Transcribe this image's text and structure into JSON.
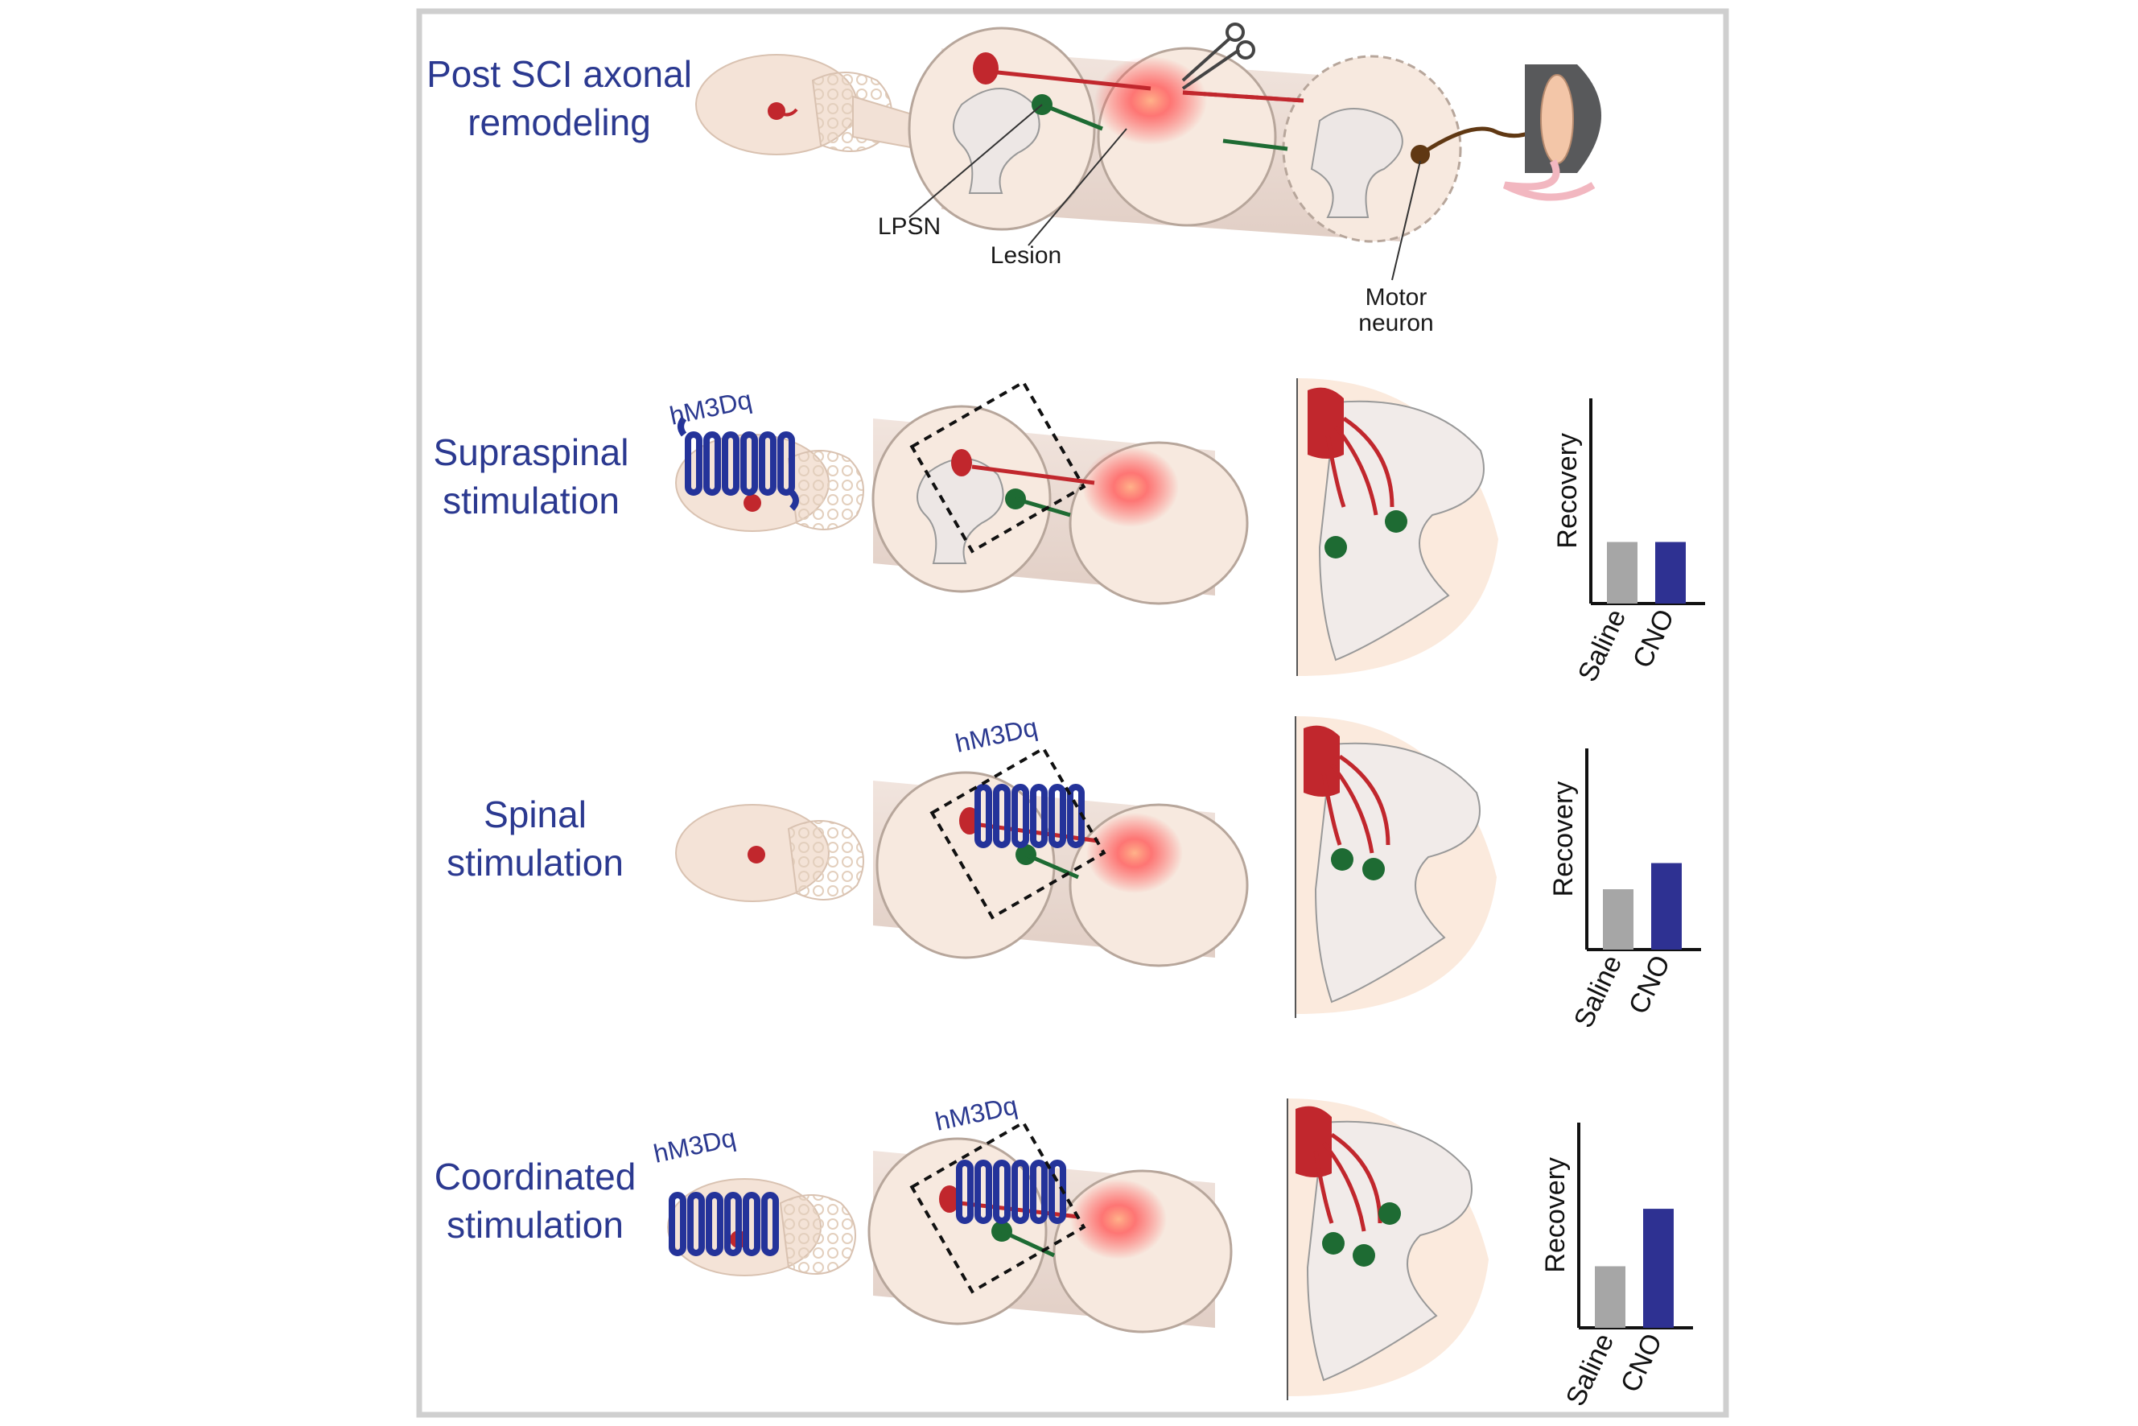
{
  "colors": {
    "title_blue": "#2b3990",
    "receptor_blue": "#24339a",
    "lpsn_red": "#c1272d",
    "motor_green": "#1e6b33",
    "lesion_glow": "#ff4d4d",
    "saline_gray": "#a6a6a6",
    "cno_blue": "#2e3192",
    "tissue_beige": "#f4e3d7",
    "cord_shadow": "#e9d6cc"
  },
  "rows": [
    {
      "title": "Post SCI axonal\nremodeling"
    },
    {
      "title": "Supraspinal\nstimulation"
    },
    {
      "title": "Spinal\nstimulation"
    },
    {
      "title": "Coordinated\nstimulation"
    }
  ],
  "annotations": {
    "lpsn": "LPSN",
    "lesion": "Lesion",
    "motor_neuron": "Motor\nneuron",
    "receptor": "hM3Dq"
  },
  "chart_data": [
    {
      "type": "bar",
      "categories": [
        "Saline",
        "CNO"
      ],
      "values": [
        0.3,
        0.3
      ],
      "ylabel": "Recovery",
      "ylim": [
        0,
        1
      ]
    },
    {
      "type": "bar",
      "categories": [
        "Saline",
        "CNO"
      ],
      "values": [
        0.3,
        0.43
      ],
      "ylabel": "Recovery",
      "ylim": [
        0,
        1
      ]
    },
    {
      "type": "bar",
      "categories": [
        "Saline",
        "CNO"
      ],
      "values": [
        0.3,
        0.58
      ],
      "ylabel": "Recovery",
      "ylim": [
        0,
        1
      ]
    }
  ]
}
